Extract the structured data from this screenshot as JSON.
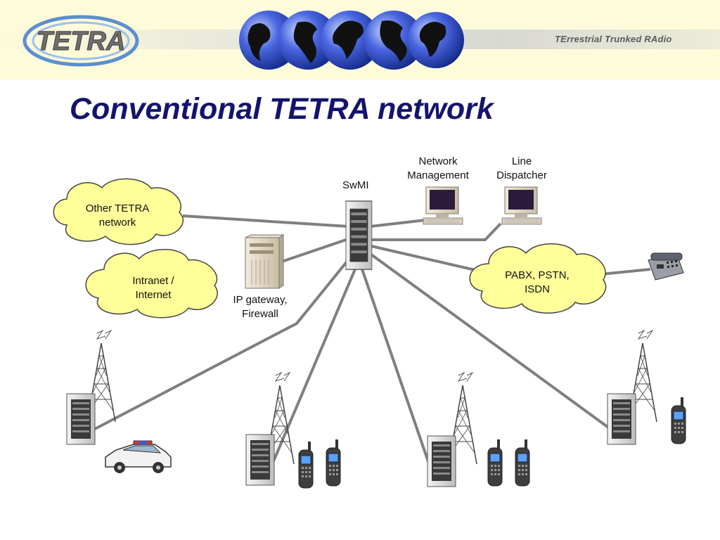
{
  "header": {
    "logo_text": "TETRA",
    "tagline": "TErrestrial Trunked RAdio"
  },
  "slide": {
    "title": "Conventional TETRA network"
  },
  "diagram": {
    "nodes": {
      "swmi": "SwMI",
      "network_management": [
        "Network",
        "Management"
      ],
      "line_dispatcher": [
        "Line",
        "Dispatcher"
      ],
      "other_tetra": [
        "Other TETRA",
        "network"
      ],
      "intranet": [
        "Intranet /",
        "Internet"
      ],
      "ip_gateway": [
        "IP gateway,",
        "Firewall"
      ],
      "pabx": [
        "PABX, PSTN,",
        "ISDN"
      ]
    }
  },
  "colors": {
    "title": "#14146e",
    "header_bg": "#fdfbd9",
    "cloud_fill": "#ffff99",
    "link_line": "#7f7f7f"
  }
}
